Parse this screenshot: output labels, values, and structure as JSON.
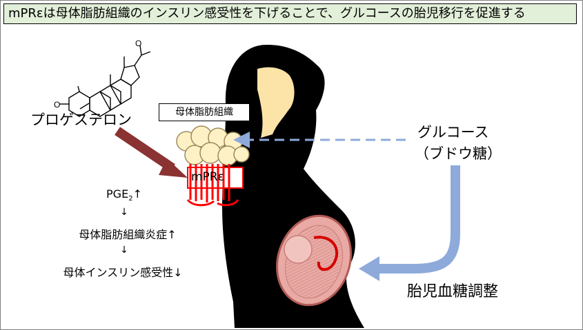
{
  "title": "mPRεは母体脂肪組織のインスリン感受性を下げることで、グルコースの胎児移行を促進する",
  "labels": {
    "progesterone": "プロゲステロン",
    "adipose_tissue": "母体脂肪組織",
    "receptor": "mPRε",
    "glucose": "グルコース",
    "glucose_alt": "（ブドウ糖）",
    "fetal_glucose_control": "胎児血糖調整"
  },
  "cascade": {
    "pge2_prefix": "PGE",
    "pge2_sub": "2",
    "pge2_arrow": "↑",
    "arrow": "↓",
    "inflammation": "母体脂肪組織炎症↑",
    "insulin_sensitivity": "母体インスリン感受性↓"
  },
  "colors": {
    "title_bg": "#e2efd9",
    "silhouette": "#000000",
    "skin": "#fce4a8",
    "fat_cell": "#fdf1c5",
    "receptor": "#ff0000",
    "arrow_progesterone": "#8b3232",
    "arrow_glucose": "#8eaadb",
    "uterus": "#e9a9a4"
  },
  "icons": [
    "steroid-structure-icon",
    "pregnant-woman-silhouette",
    "fat-cells-icon",
    "receptor-icon",
    "fetus-icon"
  ]
}
